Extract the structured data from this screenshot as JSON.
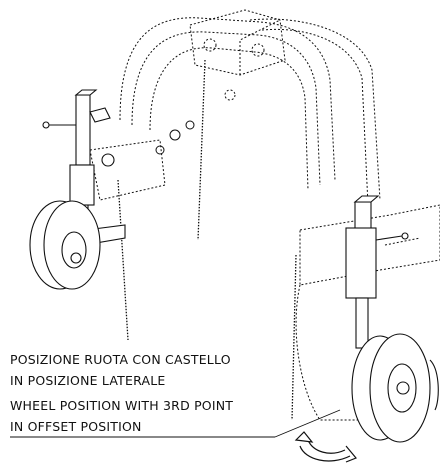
{
  "caption": {
    "italian_line1": "POSIZIONE RUOTA CON CASTELLO",
    "italian_line2": "IN POSIZIONE LATERALE",
    "english_line1": "WHEEL POSITION WITH 3RD POINT",
    "english_line2": "IN OFFSET POSITION"
  },
  "colors": {
    "line": "#111111",
    "background": "#ffffff"
  },
  "icons": {
    "rotation_arrow": "curved-arrow-icon"
  }
}
